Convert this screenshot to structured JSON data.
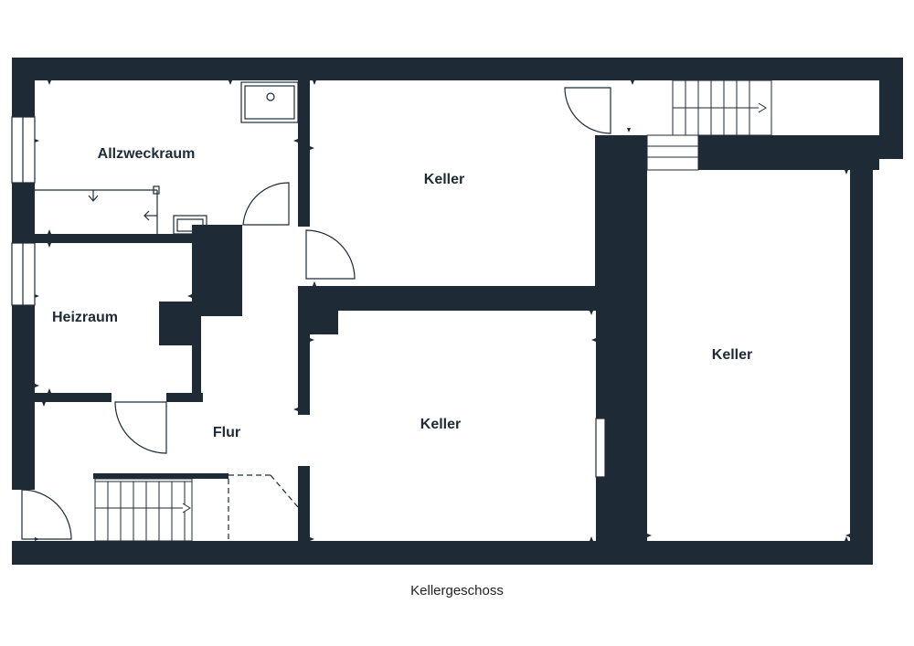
{
  "floor_name": "Kellergeschoss",
  "rooms": [
    {
      "label": "Allzweckraum"
    },
    {
      "label": "Keller"
    },
    {
      "label": "Heizraum"
    },
    {
      "label": "Keller"
    },
    {
      "label": "Keller"
    },
    {
      "label": "Flur"
    }
  ],
  "colors": {
    "wall": "#1f2a37",
    "background": "#ffffff"
  }
}
